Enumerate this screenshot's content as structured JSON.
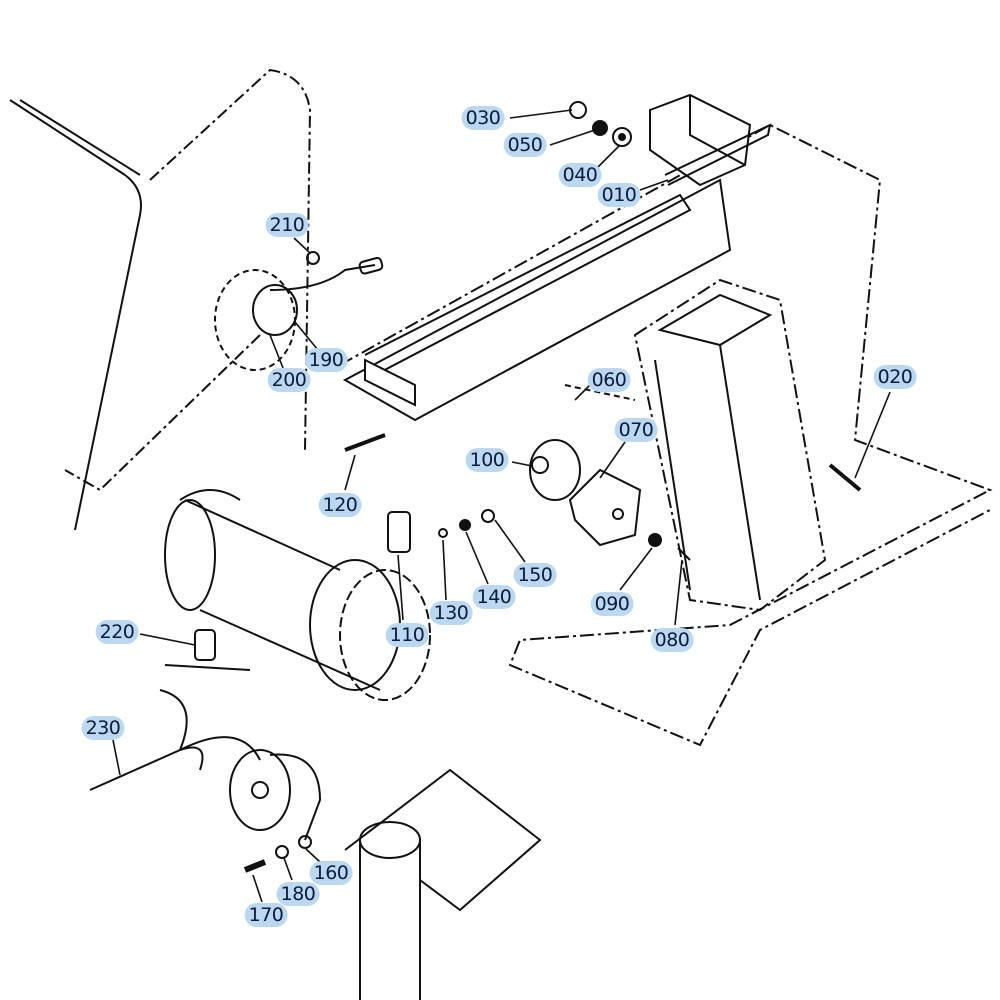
{
  "diagram": {
    "highlight_color": "#bcd8f0",
    "text_color": "#0d1b3a",
    "callouts": [
      {
        "id": "030",
        "label": "030"
      },
      {
        "id": "050",
        "label": "050"
      },
      {
        "id": "040",
        "label": "040"
      },
      {
        "id": "010",
        "label": "010"
      },
      {
        "id": "210",
        "label": "210"
      },
      {
        "id": "190",
        "label": "190"
      },
      {
        "id": "200",
        "label": "200"
      },
      {
        "id": "060",
        "label": "060"
      },
      {
        "id": "020",
        "label": "020"
      },
      {
        "id": "070",
        "label": "070"
      },
      {
        "id": "100",
        "label": "100"
      },
      {
        "id": "120",
        "label": "120"
      },
      {
        "id": "150",
        "label": "150"
      },
      {
        "id": "140",
        "label": "140"
      },
      {
        "id": "130",
        "label": "130"
      },
      {
        "id": "110",
        "label": "110"
      },
      {
        "id": "090",
        "label": "090"
      },
      {
        "id": "080",
        "label": "080"
      },
      {
        "id": "220",
        "label": "220"
      },
      {
        "id": "230",
        "label": "230"
      },
      {
        "id": "160",
        "label": "160"
      },
      {
        "id": "180",
        "label": "180"
      },
      {
        "id": "170",
        "label": "170"
      }
    ]
  }
}
